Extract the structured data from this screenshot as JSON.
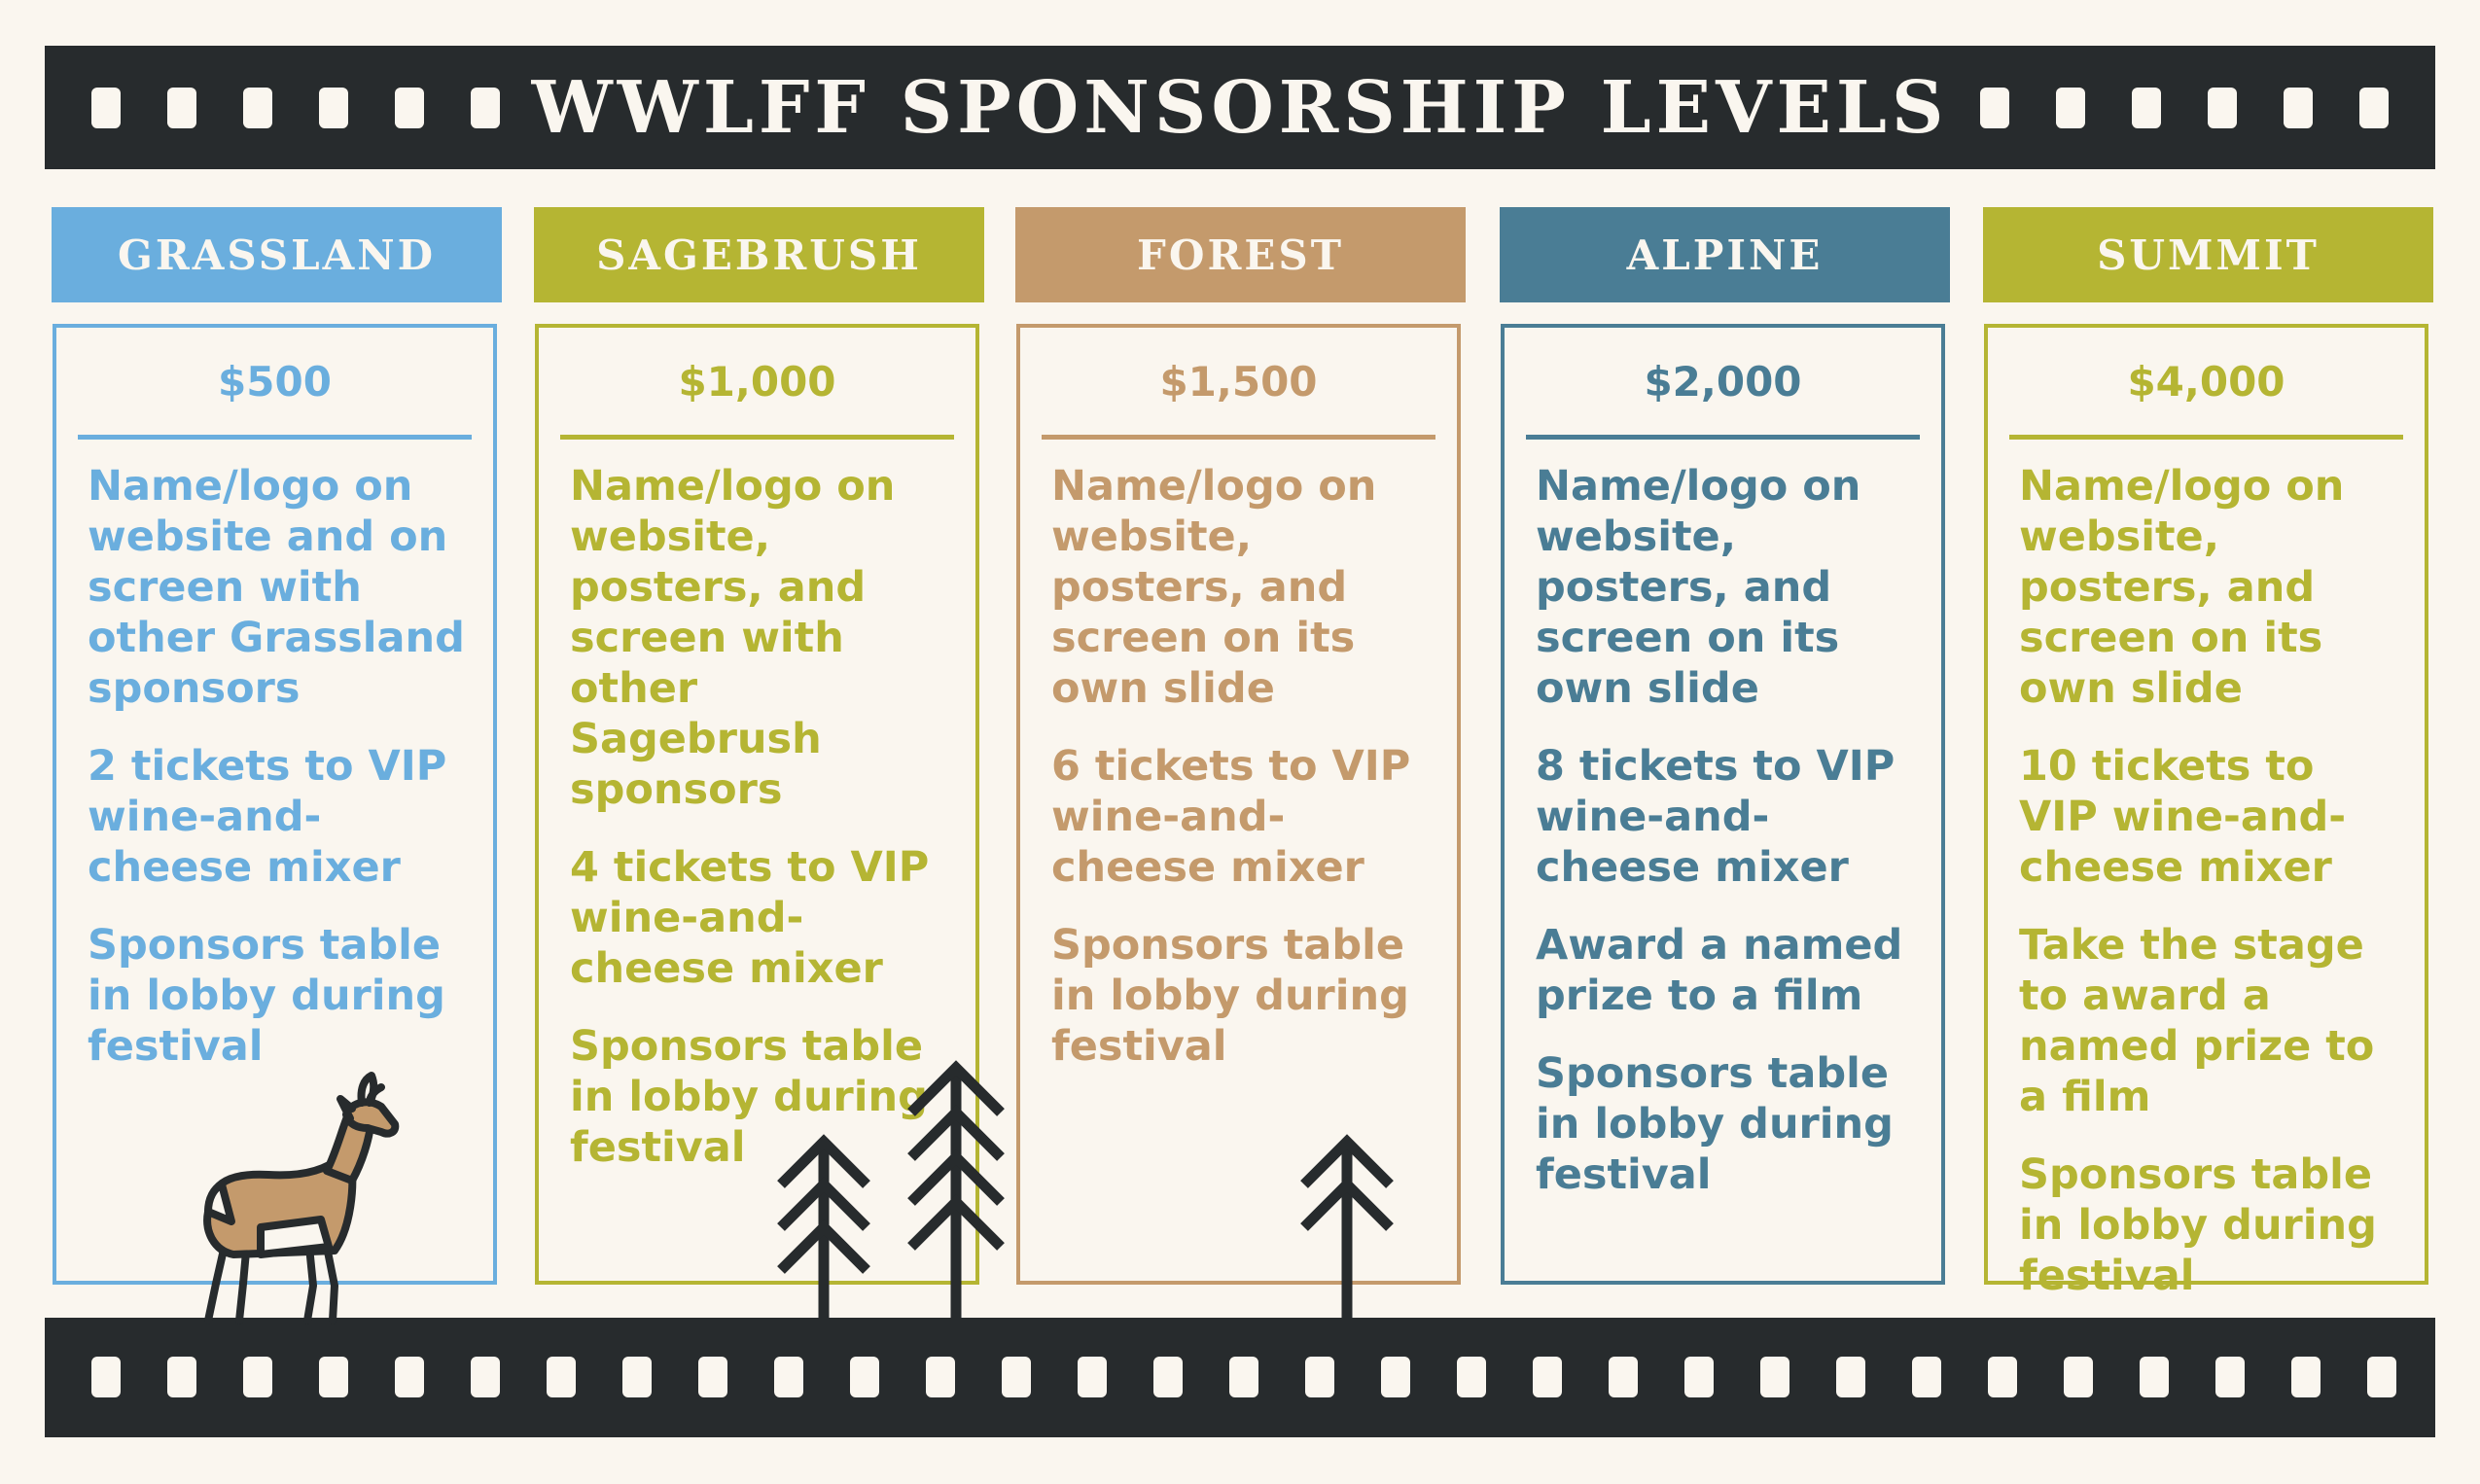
{
  "title": "WWLFF SPONSORSHIP LEVELS",
  "tiers": [
    {
      "name": "GRASSLAND",
      "price": "$500",
      "color": "#6aaede",
      "benefits": [
        "Name/logo on website and on screen with other Grassland sponsors",
        "2 tickets to VIP wine-and-cheese mixer",
        "Sponsors table in lobby during festival"
      ]
    },
    {
      "name": "SAGEBRUSH",
      "price": "$1,000",
      "color": "#b5b533",
      "benefits": [
        "Name/logo on website, posters, and screen with other Sagebrush sponsors",
        "4 tickets to VIP wine-and-cheese mixer",
        "Sponsors table in lobby during festival"
      ]
    },
    {
      "name": "FOREST",
      "price": "$1,500",
      "color": "#c49a6c",
      "benefits": [
        "Name/logo on website, posters, and screen on its own slide",
        "6 tickets to VIP wine-and-cheese mixer",
        "Sponsors table in lobby during festival"
      ]
    },
    {
      "name": "ALPINE",
      "price": "$2,000",
      "color": "#4a7d95",
      "benefits": [
        "Name/logo on website, posters, and screen on its own slide",
        "8 tickets to VIP wine-and-cheese mixer",
        "Award a named prize to a film",
        "Sponsors table in lobby during festival"
      ]
    },
    {
      "name": "SUMMIT",
      "price": "$4,000",
      "color": "#b5b533",
      "benefits": [
        "Name/logo on website, posters, and screen on its own slide",
        "10 tickets to VIP wine-and-cheese mixer",
        "Take the stage to award a named prize to a film",
        "Sponsors table in lobby during festival"
      ]
    }
  ],
  "illustrations": [
    "pronghorn-icon",
    "pine-tree-icon",
    "pine-tree-icon",
    "pine-tree-icon"
  ]
}
